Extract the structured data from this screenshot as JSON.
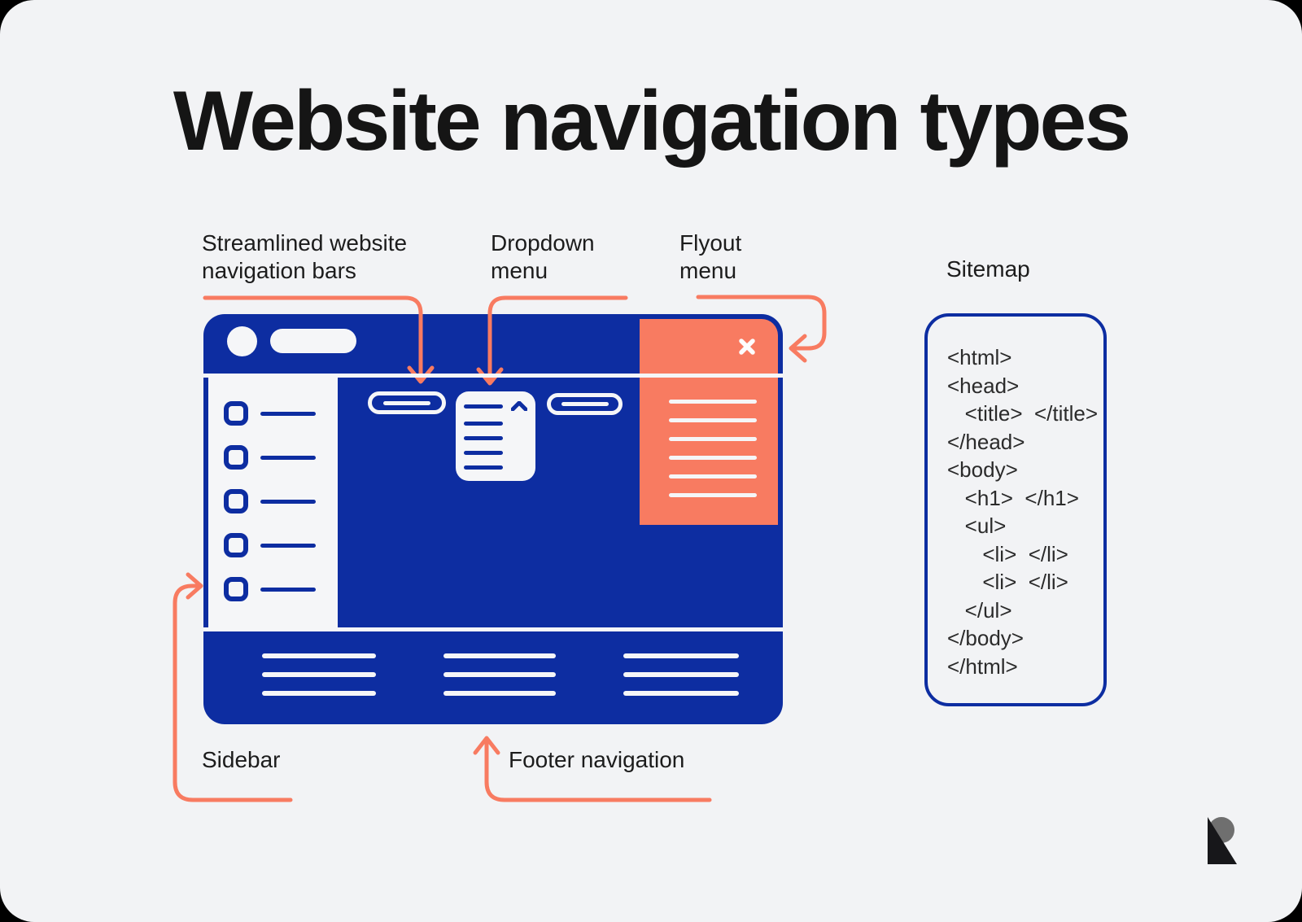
{
  "page": {
    "title": "Website navigation types",
    "background": "#f2f3f5",
    "corner_background": "#000000"
  },
  "palette": {
    "navy": "#0d2da1",
    "coral": "#f87b61",
    "light": "#f5f6f8",
    "text": "#1c1c1c"
  },
  "annotations": {
    "streamlined": "Streamlined website navigation bars",
    "dropdown": "Dropdown menu",
    "flyout": "Flyout menu",
    "sitemap": "Sitemap",
    "sidebar": "Sidebar",
    "footer": "Footer navigation"
  },
  "icons": {
    "flyout_close": "x-close",
    "dropdown_expand": "chevron-up",
    "brand": "r-mark"
  },
  "mockup": {
    "sidebar_items": 5,
    "nav_pills": 2,
    "dropdown_lines": 5,
    "flyout_lines": 6,
    "footer_columns": 3,
    "footer_lines_per_column": 3
  },
  "sitemap": {
    "code": "<html>\n<head>\n   <title>  </title>\n</head>\n<body>\n   <h1>  </h1>\n   <ul>\n      <li>  </li>\n      <li>  </li>\n   </ul>\n</body>\n</html>"
  }
}
